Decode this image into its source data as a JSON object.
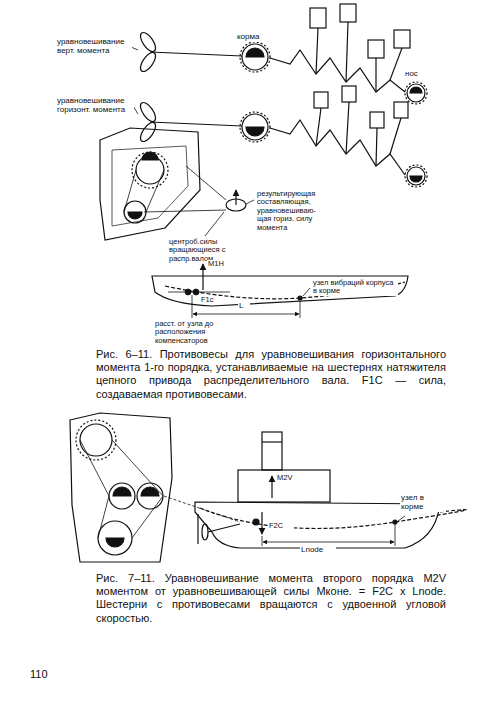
{
  "diagram": {
    "labels": [
      "уравновешивание верт. момента",
      "корма",
      "уравновешивание горизонт. момента",
      "нос",
      "результирующая составляющая, уравновешиваю- щая гориз. силу момента",
      "центроб.силы вращающиеся с распр.валом",
      "M1H",
      "узел вибраций корпуса в корме",
      "F1c",
      "расст. от узла до расположения компенсаторов",
      "L",
      "Рис. 6–11. Противовесы для уравновешивания горизонтального момента 1-го порядка, устанавливаемые на шестернях натяжителя цепного привода распределительного вала. F1C — сила, создаваемая противовесами.",
      "M2V",
      "узел в корме",
      "F2C",
      "Lnode",
      "Рис. 7–11. Уравновешивание момента второго порядка M2V моментом от уравновешивающей силы Mконе. = F2C x Lnode. Шестерни с противовесами вращаются с удвоенной угловой скоростью.",
      "110"
    ]
  }
}
